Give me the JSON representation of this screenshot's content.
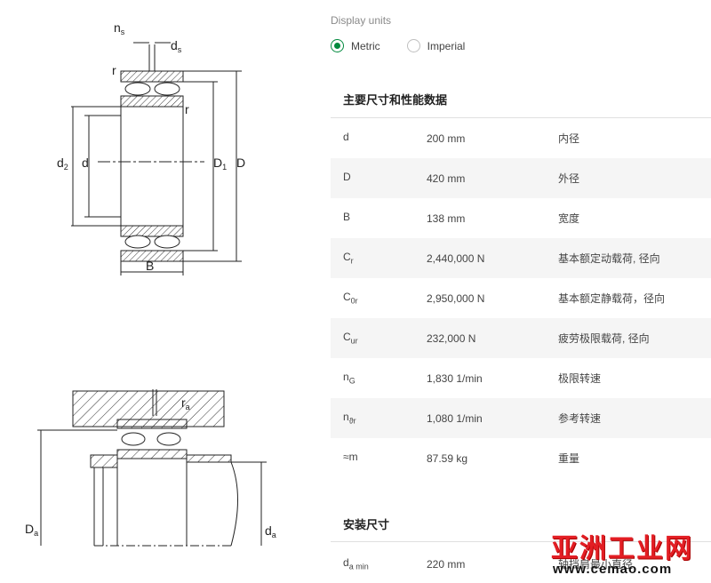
{
  "drawing_top": {
    "labels": {
      "ns": "n",
      "ns_sub": "s",
      "ds": "d",
      "ds_sub": "s",
      "r_top": "r",
      "r_right": "r",
      "d2": "d",
      "d2_sub": "2",
      "d": "d",
      "D1": "D",
      "D1_sub": "1",
      "D": "D",
      "B": "B"
    }
  },
  "drawing_bottom": {
    "labels": {
      "ra": "r",
      "ra_sub": "a",
      "Da": "D",
      "Da_sub": "a",
      "da": "d",
      "da_sub": "a"
    }
  },
  "display_units": {
    "label": "Display units",
    "options": [
      {
        "label": "Metric",
        "checked": true
      },
      {
        "label": "Imperial",
        "checked": false
      }
    ],
    "accent": "#00893d"
  },
  "section_main": {
    "title": "主要尺寸和性能数据",
    "rows": [
      {
        "sym": "d",
        "sub": "",
        "value": "200 mm",
        "desc": "内径"
      },
      {
        "sym": "D",
        "sub": "",
        "value": "420 mm",
        "desc": "外径"
      },
      {
        "sym": "B",
        "sub": "",
        "value": "138 mm",
        "desc": "宽度"
      },
      {
        "sym": "C",
        "sub": "r",
        "value": "2,440,000 N",
        "desc": "基本额定动载荷, 径向"
      },
      {
        "sym": "C",
        "sub": "0r",
        "value": "2,950,000 N",
        "desc": "基本额定静载荷，径向"
      },
      {
        "sym": "C",
        "sub": "ur",
        "value": "232,000 N",
        "desc": "疲劳极限载荷, 径向"
      },
      {
        "sym": "n",
        "sub": "G",
        "value": "1,830 1/min",
        "desc": "极限转速"
      },
      {
        "sym": "n",
        "sub": "ϑr",
        "value": "1,080 1/min",
        "desc": "参考转速"
      },
      {
        "sym": "≈m",
        "sub": "",
        "value": "87.59 kg",
        "desc": "重量"
      }
    ]
  },
  "section_mount": {
    "title": "安装尺寸",
    "rows": [
      {
        "sym": "d",
        "sub": "a min",
        "value": "220 mm",
        "desc": "轴挡肩最小直径"
      }
    ]
  },
  "watermark": {
    "main": "亚洲工业网",
    "sub": "www.cemao.com",
    "color": "#e31e24"
  }
}
